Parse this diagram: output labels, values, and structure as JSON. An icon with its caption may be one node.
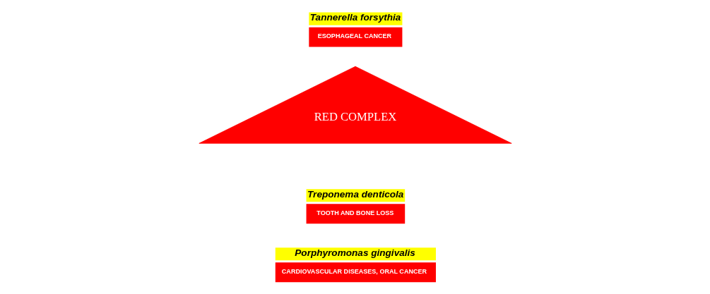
{
  "diagram": {
    "nodes": [
      {
        "text": [
          "Porphyromonas gingivalis",
          "CARDIOVASCULAR DISEASES, ORAL CANCER"
        ]
      },
      {
        "text": [
          "Treponema denticola",
          "TOOTH AND BONE LOSS"
        ]
      },
      {
        "text": [
          "RED COMPLEX"
        ]
      },
      {
        "text": [
          "Tannerella forsythia",
          "ESOPHAGEAL CANCER"
        ]
      }
    ],
    "edges": []
  }
}
